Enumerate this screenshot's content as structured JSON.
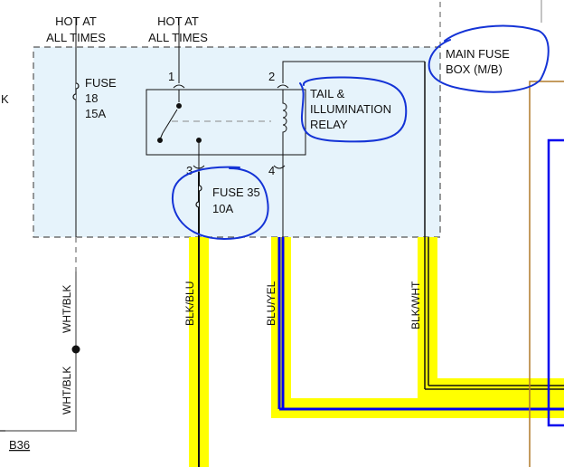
{
  "labels": {
    "hot_left_line1": "HOT AT",
    "hot_left_line2": "ALL TIMES",
    "hot_right_line1": "HOT AT",
    "hot_right_line2": "ALL TIMES",
    "fuse18_name": "FUSE",
    "fuse18_num": "18",
    "fuse18_amp": "15A",
    "fuse35_name": "FUSE 35",
    "fuse35_amp": "10A",
    "relay_line1": "TAIL &",
    "relay_line2": "ILLUMINATION",
    "relay_line3": "RELAY",
    "mainfuse_line1": "MAIN FUSE",
    "mainfuse_line2": "BOX (M/B)",
    "edge_fragment": "K",
    "pin1": "1",
    "pin2": "2",
    "pin3": "3",
    "pin4": "4",
    "connector_b36": "B36"
  },
  "wires": {
    "wht_blk_upper": "WHT/BLK",
    "wht_blk_lower": "WHT/BLK",
    "blk_blu": "BLK/BLU",
    "blu_yel": "BLU/YEL",
    "blk_wht": "BLK/WHT"
  },
  "colors": {
    "fuse_box_fill": "#e6f3fb",
    "highlight_yellow": "#ffff00",
    "wire_blue": "#0000ee",
    "annotation_blue": "#1433d6",
    "wire_brown": "#b07a2a",
    "wire_gray": "#999999"
  }
}
